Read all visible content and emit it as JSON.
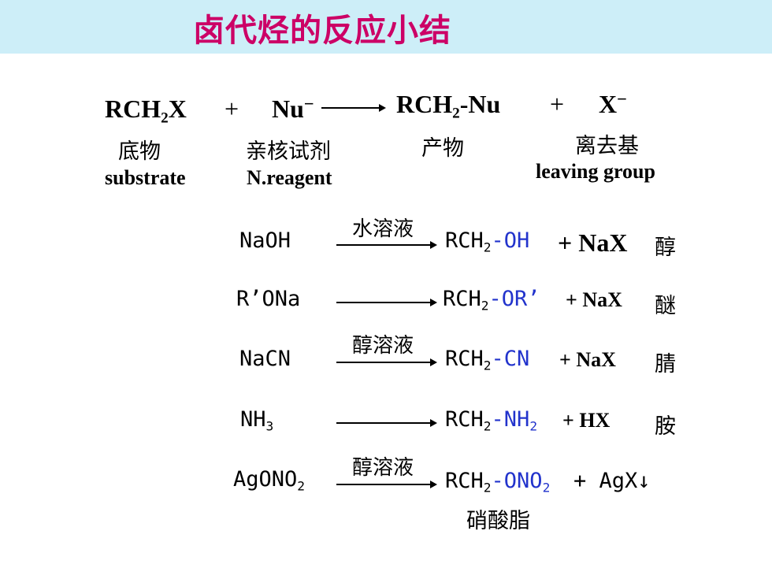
{
  "title": "卤代烃的反应小结",
  "general": {
    "substrate": "RCH",
    "substrate_sub": "2",
    "substrate_end": "X",
    "plus1": "+",
    "nucleophile": "Nu",
    "nucleophile_charge": "−",
    "product": "RCH",
    "product_sub": "2",
    "product_end": "-Nu",
    "plus2": "+",
    "leaving": "X",
    "leaving_charge": "−",
    "label_substrate_cn": "底物",
    "label_substrate_en": "substrate",
    "label_reagent_cn": "亲核试剂",
    "label_reagent_en": "N.reagent",
    "label_product_cn": "产物",
    "label_leaving_cn": "离去基",
    "label_leaving_en": "leaving group"
  },
  "reactions": [
    {
      "reagent": "NaOH",
      "condition": "水溶液",
      "product_base": "RCH",
      "product_sub": "2",
      "product_group": "-OH",
      "byproduct": "+ NaX",
      "class": "醇"
    },
    {
      "reagent": "R’ONa",
      "condition": "",
      "product_base": "RCH",
      "product_sub": "2",
      "product_group": "-OR’",
      "byproduct": "+ NaX",
      "class": "醚"
    },
    {
      "reagent": "NaCN",
      "condition": "醇溶液",
      "product_base": "RCH",
      "product_sub": "2",
      "product_group": "-CN",
      "byproduct": "+ NaX",
      "class": "腈"
    },
    {
      "reagent": "NH",
      "reagent_sub": "3",
      "condition": "",
      "product_base": "RCH",
      "product_sub": "2",
      "product_group": "-NH",
      "product_group_sub": "2",
      "byproduct": "+ HX",
      "class": "胺"
    },
    {
      "reagent": "AgONO",
      "reagent_sub": "2",
      "condition": "醇溶液",
      "product_base": "RCH",
      "product_sub": "2",
      "product_group": "-ONO",
      "product_group_sub": "2",
      "byproduct": "+ AgX↓",
      "class": "硝酸脂"
    }
  ],
  "colors": {
    "title": "#cc0066",
    "banner": "#cdeef8",
    "highlight": "#2233cc"
  }
}
